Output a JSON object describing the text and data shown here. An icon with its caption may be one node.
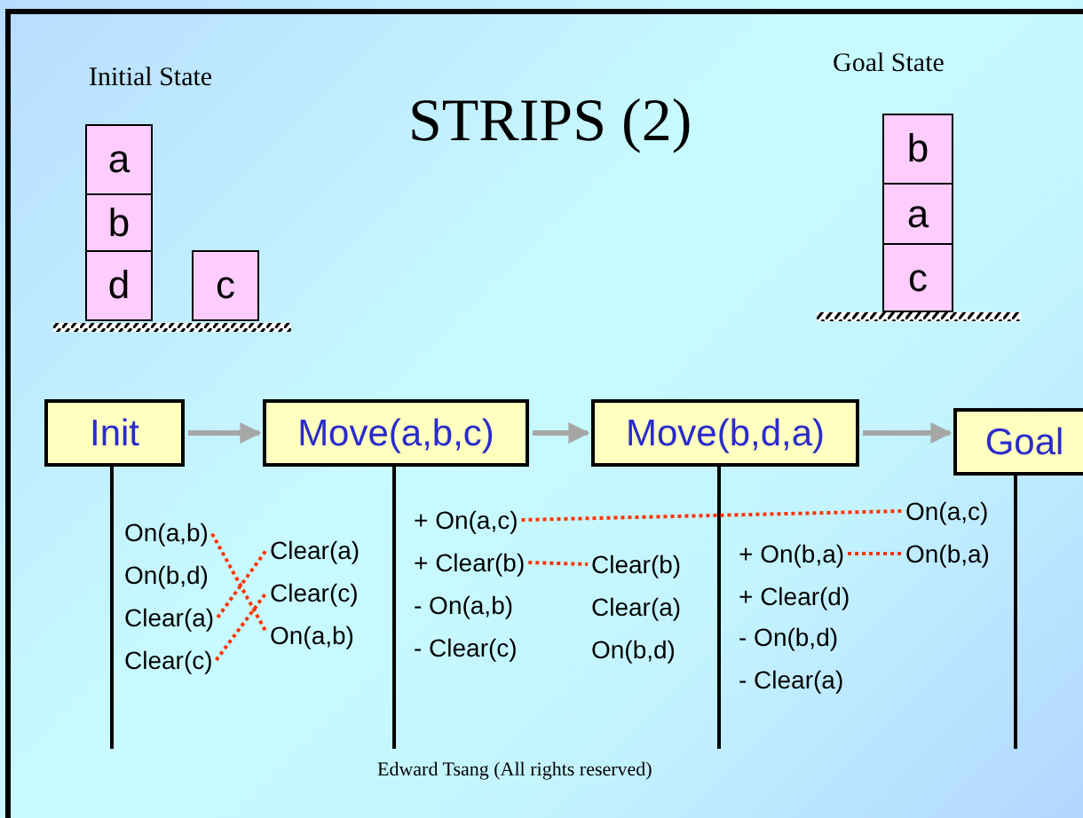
{
  "diagram": {
    "title": "STRIPS (2)",
    "caption": "Edward Tsang (All rights reserved)",
    "nodes": [
      {
        "text": [
          "a"
        ]
      },
      {
        "text": [
          "b"
        ]
      },
      {
        "text": [
          "d"
        ]
      },
      {
        "text": [
          "c"
        ]
      },
      {
        "text": [
          "b"
        ]
      },
      {
        "text": [
          "a"
        ]
      },
      {
        "text": [
          "c"
        ]
      },
      {
        "text": [
          "Init"
        ]
      },
      {
        "text": [
          "Move(a,b,c)"
        ]
      },
      {
        "text": [
          "Move(b,d,a)"
        ]
      },
      {
        "text": [
          "Goal"
        ]
      },
      {
        "text": [
          "On(a,b)"
        ]
      },
      {
        "text": [
          "Clear(a)"
        ]
      },
      {
        "text": [
          "Clear(c)"
        ]
      },
      {
        "text": [
          "Clear(a)"
        ]
      },
      {
        "text": [
          "Clear(c)"
        ]
      },
      {
        "text": [
          "On(a,b)"
        ]
      },
      {
        "text": [
          "+ On(a,c)"
        ]
      },
      {
        "text": [
          "+ Clear(b)"
        ]
      },
      {
        "text": [
          "Clear(b)"
        ]
      },
      {
        "text": [
          "+ On(b,a)"
        ]
      },
      {
        "text": [
          "On(a,c)"
        ]
      },
      {
        "text": [
          "On(b,a)"
        ]
      }
    ],
    "edges": [
      {
        "from": 7,
        "to": 8,
        "arrow": "to",
        "color": "#a6a6a6"
      },
      {
        "from": 8,
        "to": 9,
        "arrow": "to",
        "color": "#a6a6a6"
      },
      {
        "from": 9,
        "to": 10,
        "arrow": "to",
        "color": "#a6a6a6"
      },
      {
        "from": 11,
        "to": 16,
        "arrow": "none",
        "style": "dashed",
        "color": "#ff3300"
      },
      {
        "from": 12,
        "to": 14,
        "arrow": "none",
        "style": "dashed",
        "color": "#ff3300"
      },
      {
        "from": 13,
        "to": 15,
        "arrow": "none",
        "style": "dashed",
        "color": "#ff3300"
      },
      {
        "from": 17,
        "to": 21,
        "arrow": "none",
        "style": "dashed",
        "color": "#ff3300"
      },
      {
        "from": 18,
        "to": 19,
        "arrow": "none",
        "style": "dashed",
        "color": "#ff3300"
      },
      {
        "from": 20,
        "to": 22,
        "arrow": "none",
        "style": "dashed",
        "color": "#ff3300"
      }
    ],
    "labels": [
      "Initial State",
      "Goal State",
      "On(b,d)",
      "- On(a,b)",
      "- Clear(c)",
      "Clear(a)",
      "On(b,d)",
      "+ Clear(d)",
      "- On(b,d)",
      "- Clear(a)"
    ]
  }
}
